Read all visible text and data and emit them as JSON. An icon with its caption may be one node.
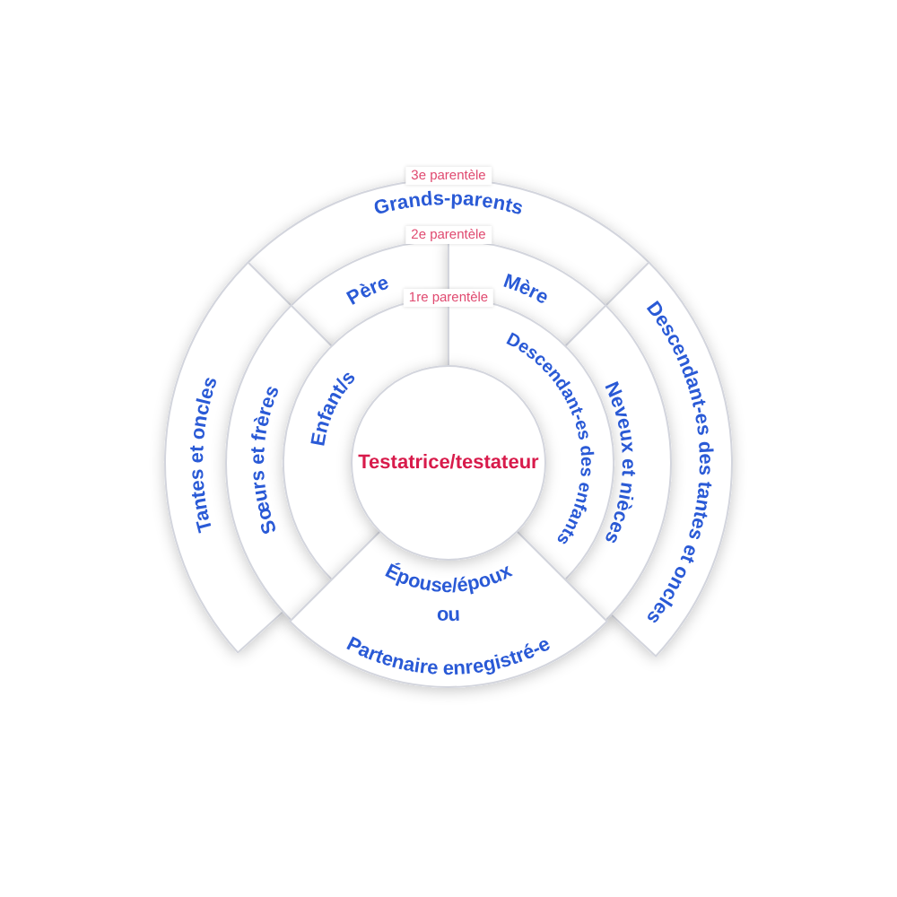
{
  "diagram": {
    "nodes": [
      {
        "text": [
          "Testatrice/testateur"
        ]
      },
      {
        "text": [
          "Enfant/s"
        ]
      },
      {
        "text": [
          "Descendant-es des enfants"
        ]
      },
      {
        "text": [
          "Père"
        ]
      },
      {
        "text": [
          "Mère"
        ]
      },
      {
        "text": [
          "Sœurs et frères"
        ]
      },
      {
        "text": [
          "Neveux et nièces"
        ]
      },
      {
        "text": [
          "Grands-parents"
        ]
      },
      {
        "text": [
          "Tantes et oncles"
        ]
      },
      {
        "text": [
          "Descendant-es des tantes et oncles"
        ]
      },
      {
        "text": [
          "Épouse/époux",
          "ou",
          "Partenaire enregistré-e"
        ]
      }
    ],
    "labels": [
      "3e parentèle",
      "2e parentèle",
      "1re parentèle"
    ]
  }
}
